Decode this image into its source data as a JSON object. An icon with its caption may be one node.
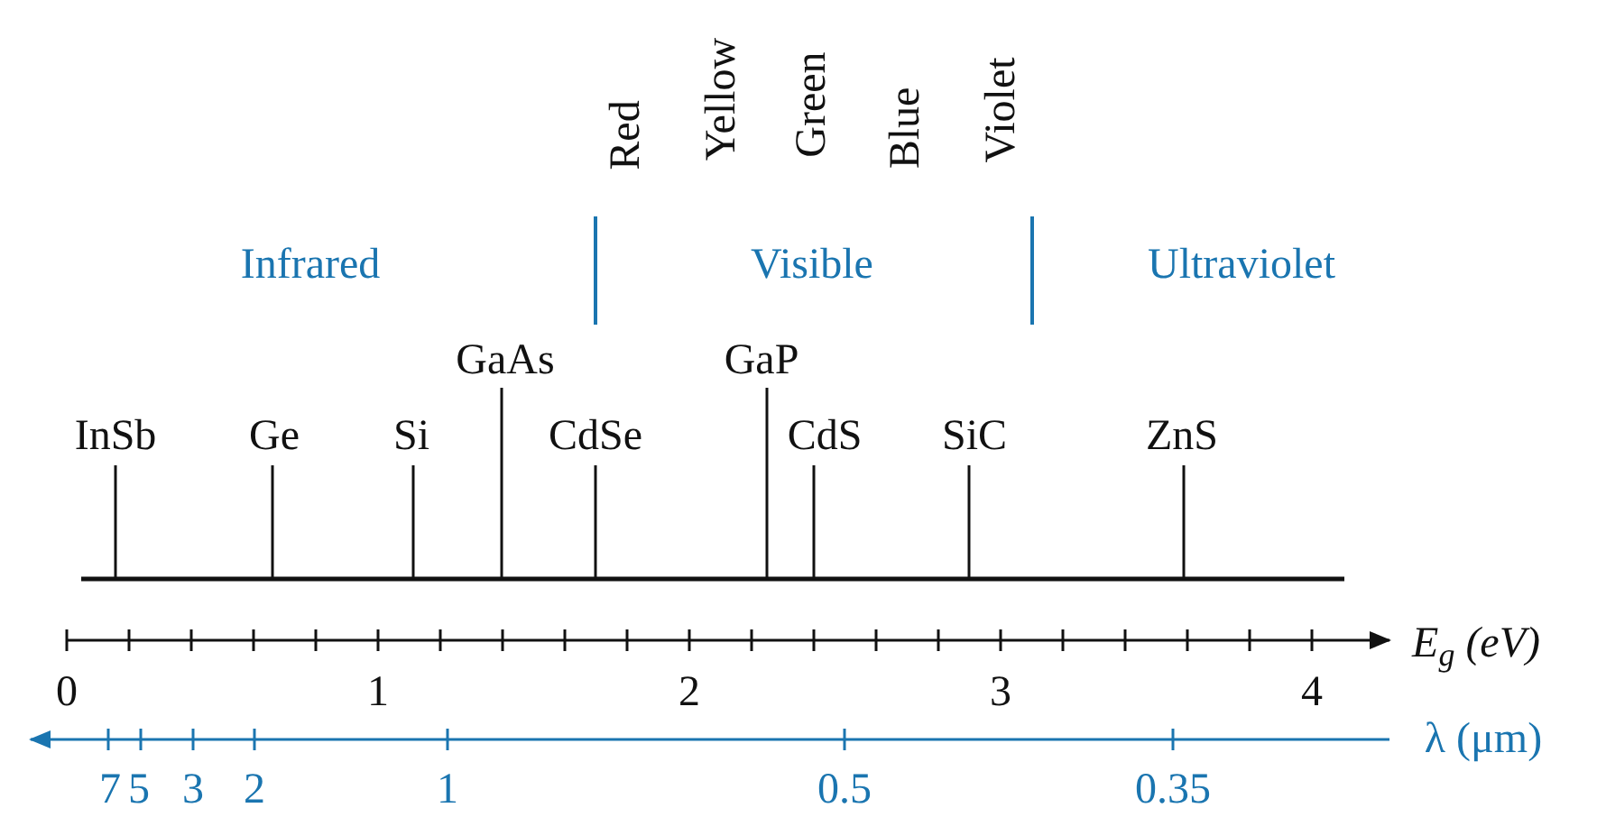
{
  "diagram": {
    "labels": [
      "Red",
      "Yellow",
      "Green",
      "Blue",
      "Violet",
      "Infrared",
      "Visible",
      "Ultraviolet",
      "GaAs",
      "GaP",
      "InSb",
      "Ge",
      "Si",
      "CdSe",
      "CdS",
      "SiC",
      "ZnS",
      "E$_{g}$ (eV)",
      "0",
      "1",
      "2",
      "3",
      "4",
      "λ (μm)",
      "7",
      "5",
      "3",
      "2",
      "1",
      "0.5",
      "0.35"
    ]
  }
}
